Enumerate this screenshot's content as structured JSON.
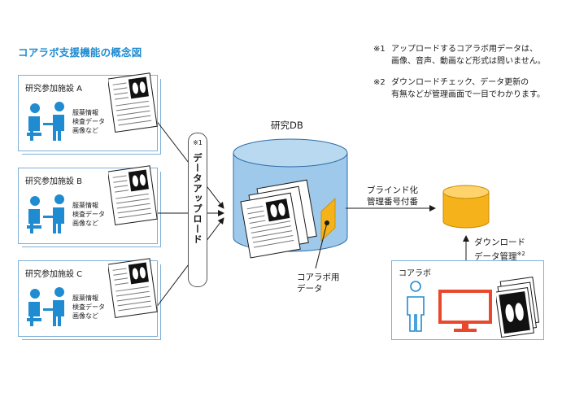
{
  "title": "コアラボ支援機能の概念図",
  "notes": [
    {
      "mark": "※1",
      "lines": [
        "アップロードするコアラボ用データは、",
        "画像、音声、動画など形式は問いません。"
      ]
    },
    {
      "mark": "※2",
      "lines": [
        "ダウンロードチェック、データ更新の",
        "有無などが管理画面で一目でわかります。"
      ]
    }
  ],
  "sites": [
    {
      "label": "研究参加施設 A",
      "info": [
        "服薬情報",
        "検査データ",
        "画像など"
      ]
    },
    {
      "label": "研究参加施設 B",
      "info": [
        "服薬情報",
        "検査データ",
        "画像など"
      ]
    },
    {
      "label": "研究参加施設 C",
      "info": [
        "服薬情報",
        "検査データ",
        "画像など"
      ]
    }
  ],
  "upload": {
    "mark": "※1",
    "label": "データアップロード"
  },
  "db": {
    "label": "研究DB"
  },
  "data_label": [
    "コアラボ用",
    "データ"
  ],
  "masking_label": [
    "ブラインド化",
    "管理番号付番"
  ],
  "download_label": {
    "line1": "ダウンロード",
    "line2": "データ管理",
    "mark": "※2"
  },
  "corelab": {
    "label": "コアラボ"
  },
  "colors": {
    "accent_blue": "#1f8bd0",
    "db_blue": "#9ec9ea",
    "orange": "#f5b21a",
    "monitor_red": "#e8482c"
  },
  "icons": [
    "doctor-patient-icon",
    "lung-xray-document-icon",
    "database-cylinder-icon",
    "doctor-icon",
    "monitor-icon"
  ]
}
